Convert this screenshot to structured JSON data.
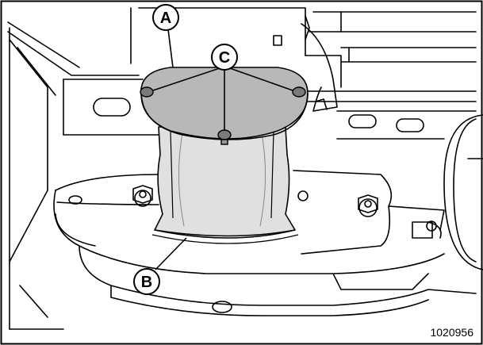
{
  "callouts": {
    "a": "A",
    "b": "B",
    "c": "C"
  },
  "figure_number": "1020956",
  "colors": {
    "highlight_gray": "#b8b8b8",
    "drum_light": "#e0e0e0",
    "line": "#000000",
    "background": "#ffffff"
  }
}
